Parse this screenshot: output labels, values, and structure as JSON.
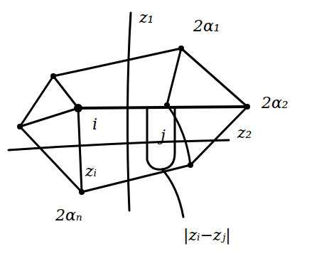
{
  "diagram": {
    "labels": [
      "z₁",
      "2α₁",
      "2α₂",
      "z₂",
      "i",
      "j",
      "zᵢ",
      "2αₙ",
      "|zᵢ−zⱼ|"
    ]
  }
}
